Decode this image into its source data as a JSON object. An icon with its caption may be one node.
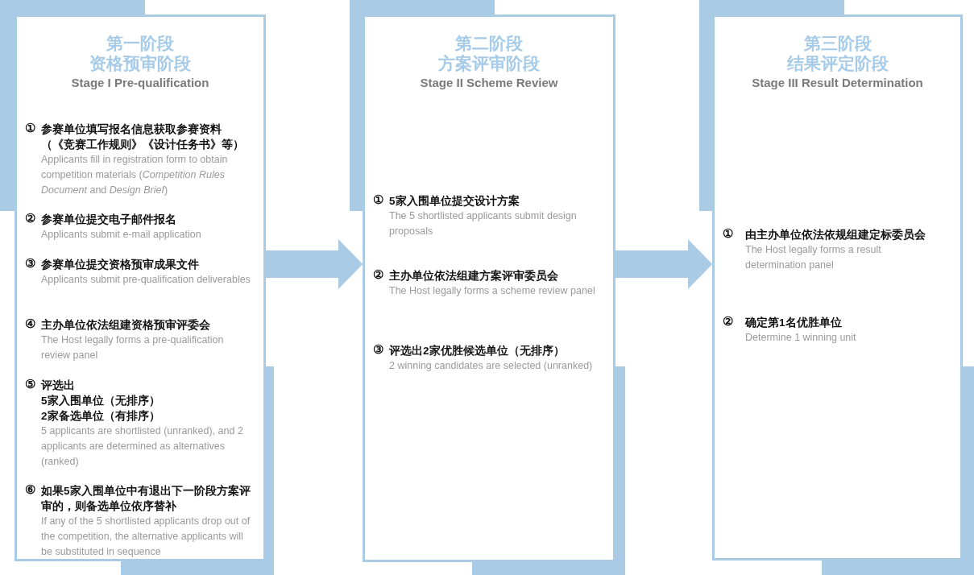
{
  "diagram": {
    "nodes": [
      {
        "text": [
          "第一阶段",
          "资格预审阶段",
          "Stage I Pre-qualification",
          "①",
          "参赛单位填写报名信息获取参赛资料（《竞赛工作规则》《设计任务书》等）",
          "Applicants fill in registration form to obtain competition materials (*Competition Rules Document* and *Design Brief*)",
          "②",
          "参赛单位提交电子邮件报名",
          "Applicants submit e-mail application",
          "③",
          "参赛单位提交资格预审成果文件",
          "Applicants submit pre-qualification deliverables",
          "④",
          "主办单位依法组建资格预审评委会",
          "The Host legally forms a pre-qualification review panel",
          "⑤",
          "评选出 5家入围单位（无排序） 2家备选单位（有排序）",
          "5 applicants are shortlisted (unranked), and 2 applicants are determined as alternatives (ranked)",
          "⑥",
          "如果5家入围单位中有退出下一阶段方案评审的，则备选单位依序替补",
          "If any of the 5 shortlisted applicants drop out of the competition, the alternative applicants will be substituted in sequence"
        ]
      },
      {
        "text": [
          "第二阶段",
          "方案评审阶段",
          "Stage II Scheme Review",
          "①",
          "5家入围单位提交设计方案",
          "The 5 shortlisted applicants submit design proposals",
          "②",
          "主办单位依法组建方案评审委员会",
          "The Host legally forms a scheme review panel",
          "③",
          "评选出2家优胜候选单位（无排序）",
          "2 winning candidates are selected (unranked)"
        ]
      },
      {
        "text": [
          "第三阶段",
          "结果评定阶段",
          "Stage III Result Determination",
          "①",
          "由主办单位依法依规组建定标委员会",
          "The Host legally forms a result determination panel",
          "②",
          "确定第1名优胜单位",
          "Determine 1 winning unit"
        ]
      }
    ],
    "edges": [
      {
        "from": 0,
        "to": 1,
        "arrow": "to"
      },
      {
        "from": 1,
        "to": 2,
        "arrow": "to"
      }
    ]
  }
}
